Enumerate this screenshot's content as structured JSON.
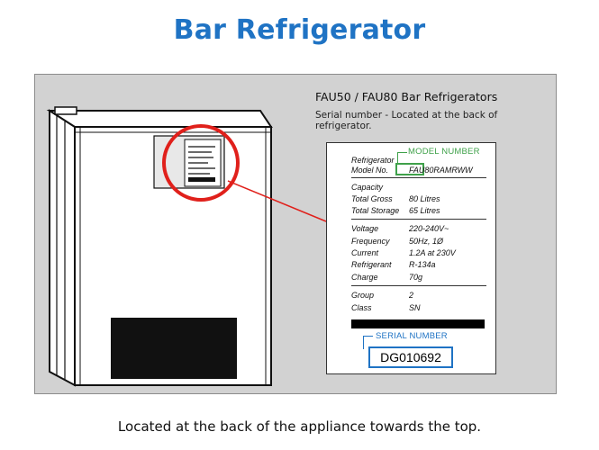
{
  "title": "Bar Refrigerator",
  "panel": {
    "heading": "FAU50 / FAU80 Bar Refrigerators",
    "subtext": "Serial number - Located at the back of refrigerator."
  },
  "label": {
    "model_callout": "MODEL NUMBER",
    "serial_callout": "SERIAL NUMBER",
    "serial_value": "DG010692",
    "rows": [
      {
        "key": "Refrigerator",
        "value": ""
      },
      {
        "key": "Model No.",
        "value": "FAU80RAMRWW"
      },
      {
        "key": "Capacity",
        "value": ""
      },
      {
        "key": "Total Gross",
        "value": "80 Litres"
      },
      {
        "key": "Total Storage",
        "value": "65 Litres"
      },
      {
        "key": "Voltage",
        "value": "220-240V~"
      },
      {
        "key": "Frequency",
        "value": "50Hz, 1Ø"
      },
      {
        "key": "Current",
        "value": "1.2A at 230V"
      },
      {
        "key": "Refrigerant",
        "value": "R-134a"
      },
      {
        "key": "Charge",
        "value": "70g"
      },
      {
        "key": "Group",
        "value": "2"
      },
      {
        "key": "Class",
        "value": "SN"
      }
    ]
  },
  "caption": "Located at the back of the appliance towards the top.",
  "colors": {
    "title_blue": "#1f73c4",
    "model_green": "#3fa14a",
    "highlight_red": "#e0201b",
    "panel_gray": "#d2d2d2"
  },
  "icons": [
    "refrigerator-illustration",
    "red-highlight-circle",
    "pointer-line",
    "barcode"
  ]
}
